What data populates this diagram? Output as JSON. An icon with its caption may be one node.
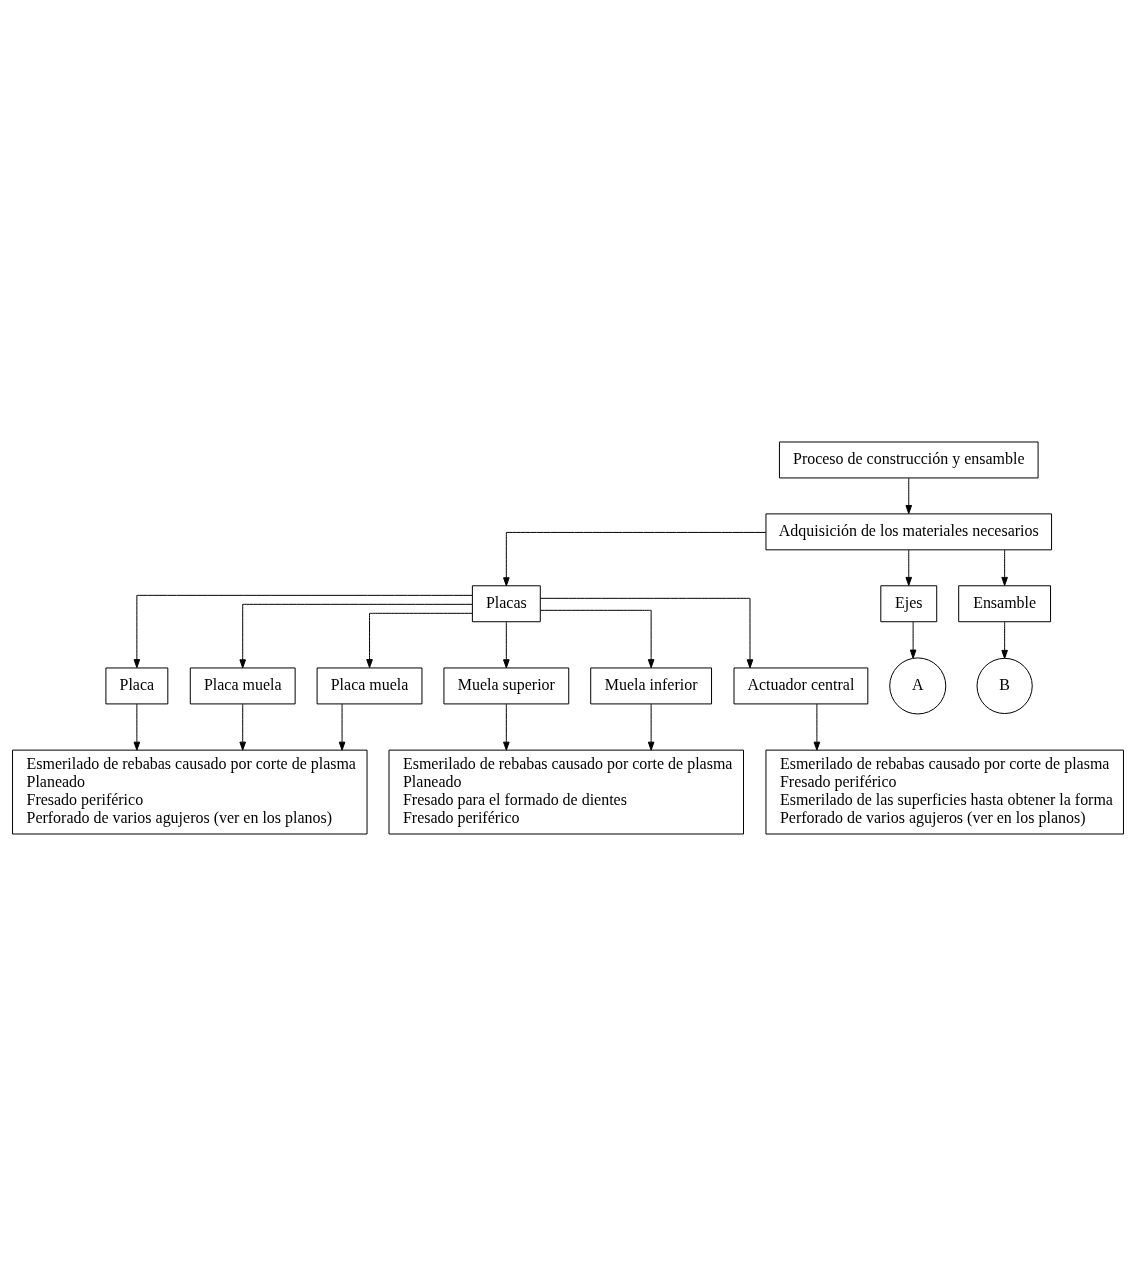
{
  "diagram": {
    "nodes": [
      {
        "text": [
          "Proceso de construcción y ensamble"
        ]
      },
      {
        "text": [
          "Adquisición de los materiales necesarios"
        ]
      },
      {
        "text": [
          "Placas"
        ]
      },
      {
        "text": [
          "Ejes"
        ]
      },
      {
        "text": [
          "Ensamble"
        ]
      },
      {
        "text": [
          "A"
        ]
      },
      {
        "text": [
          "B"
        ]
      },
      {
        "text": [
          "Placa"
        ]
      },
      {
        "text": [
          "Placa muela"
        ]
      },
      {
        "text": [
          "Placa muela"
        ]
      },
      {
        "text": [
          "Muela superior"
        ]
      },
      {
        "text": [
          "Muela inferior"
        ]
      },
      {
        "text": [
          "Actuador central"
        ]
      },
      {
        "text": [
          "Esmerilado de rebabas causado por corte de plasma",
          "Planeado",
          "Fresado periférico",
          "Perforado de varios agujeros (ver en los planos)"
        ]
      },
      {
        "text": [
          "Esmerilado de rebabas causado por corte de plasma",
          "Planeado",
          "Fresado para el formado de dientes",
          "Fresado periférico"
        ]
      },
      {
        "text": [
          "Esmerilado de rebabas causado por corte de plasma",
          "Fresado periférico",
          "Esmerilado de las superficies hasta obtener la forma",
          "Perforado de varios agujeros (ver en los planos)"
        ]
      }
    ],
    "edges": [
      {
        "from": 0,
        "to": 1,
        "arrow": "to"
      },
      {
        "from": 1,
        "to": 2,
        "arrow": "to"
      },
      {
        "from": 1,
        "to": 3,
        "arrow": "to"
      },
      {
        "from": 1,
        "to": 4,
        "arrow": "to"
      },
      {
        "from": 3,
        "to": 5,
        "arrow": "to"
      },
      {
        "from": 4,
        "to": 6,
        "arrow": "to"
      },
      {
        "from": 2,
        "to": 7,
        "arrow": "to"
      },
      {
        "from": 2,
        "to": 8,
        "arrow": "to"
      },
      {
        "from": 2,
        "to": 9,
        "arrow": "to"
      },
      {
        "from": 2,
        "to": 10,
        "arrow": "to"
      },
      {
        "from": 2,
        "to": 11,
        "arrow": "to"
      },
      {
        "from": 2,
        "to": 12,
        "arrow": "to"
      },
      {
        "from": 7,
        "to": 13,
        "arrow": "to"
      },
      {
        "from": 8,
        "to": 13,
        "arrow": "to"
      },
      {
        "from": 9,
        "to": 13,
        "arrow": "to"
      },
      {
        "from": 10,
        "to": 14,
        "arrow": "to"
      },
      {
        "from": 11,
        "to": 14,
        "arrow": "to"
      },
      {
        "from": 12,
        "to": 15,
        "arrow": "to"
      }
    ]
  }
}
